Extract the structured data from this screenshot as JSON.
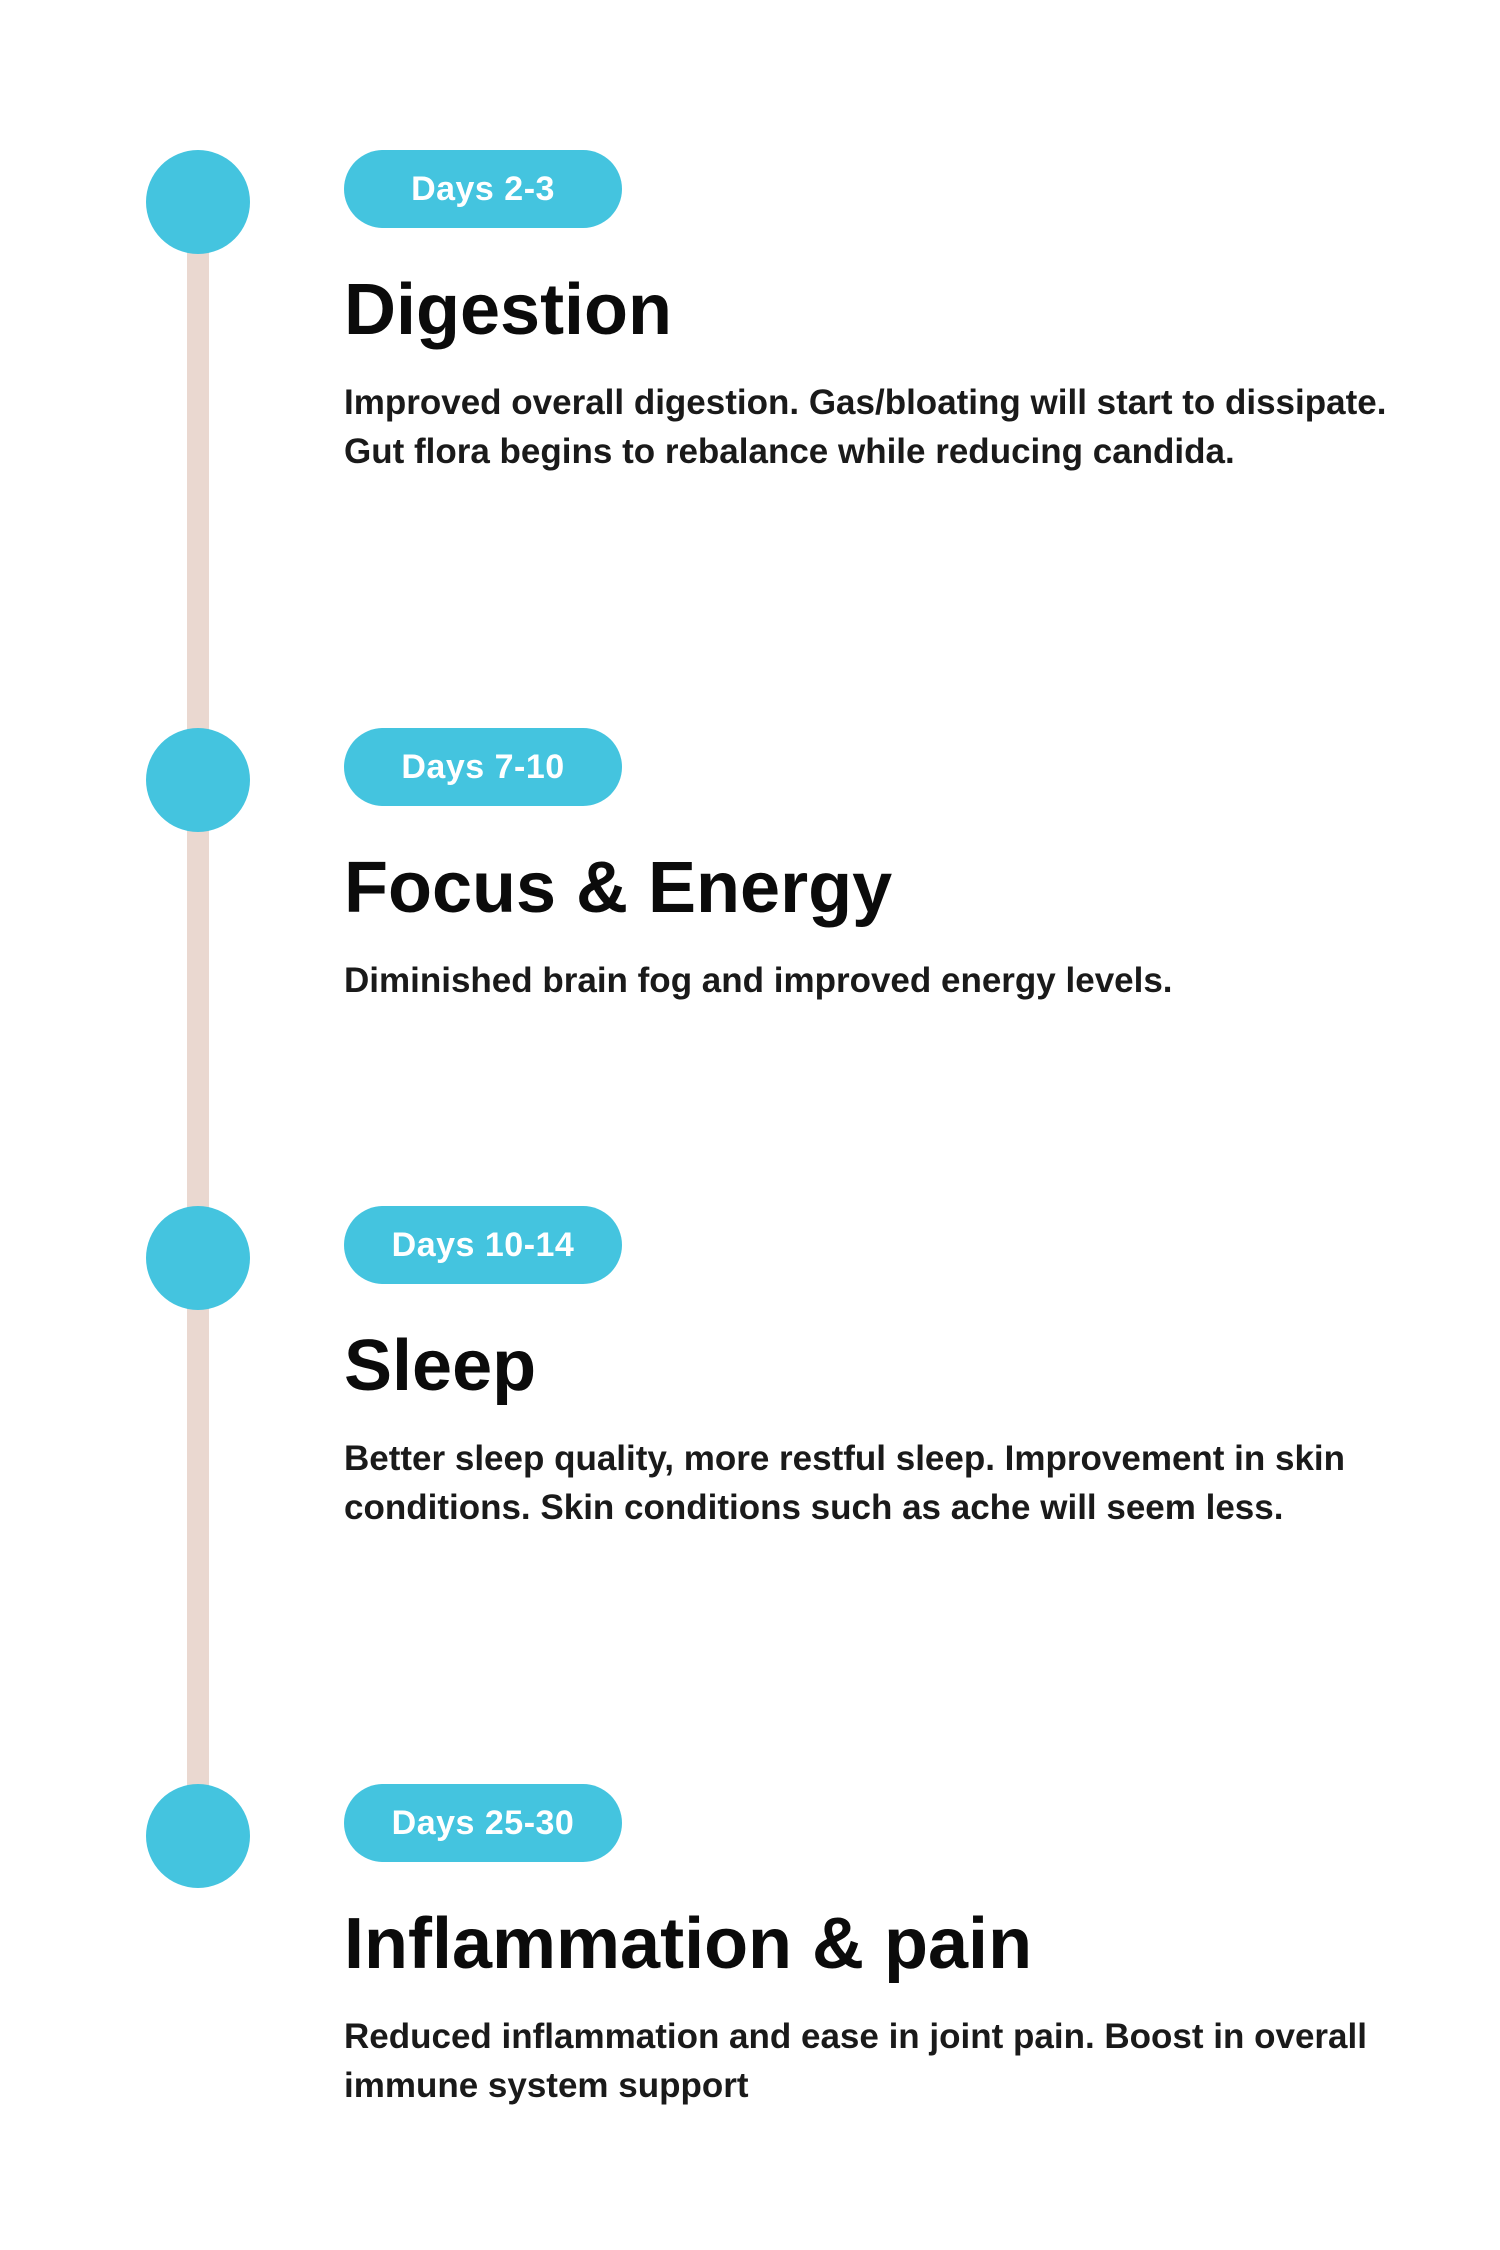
{
  "milestones": [
    {
      "badge": "Days 2-3",
      "title": "Digestion",
      "description": "Improved overall digestion. Gas/bloating will start to dissipate. Gut flora begins to rebalance while reducing candida."
    },
    {
      "badge": "Days 7-10",
      "title": "Focus & Energy",
      "description": "Diminished brain fog and improved energy levels."
    },
    {
      "badge": "Days 10-14",
      "title": "Sleep",
      "description": "Better sleep quality, more restful sleep. Improvement in skin conditions. Skin conditions such as ache will seem less."
    },
    {
      "badge": "Days 25-30",
      "title": "Inflammation & pain",
      "description": "Reduced inflammation and ease in joint pain. Boost in overall immune system support"
    }
  ],
  "colors": {
    "accent": "#44c4df",
    "line": "#ead8d0",
    "text": "#0b0b0b"
  }
}
